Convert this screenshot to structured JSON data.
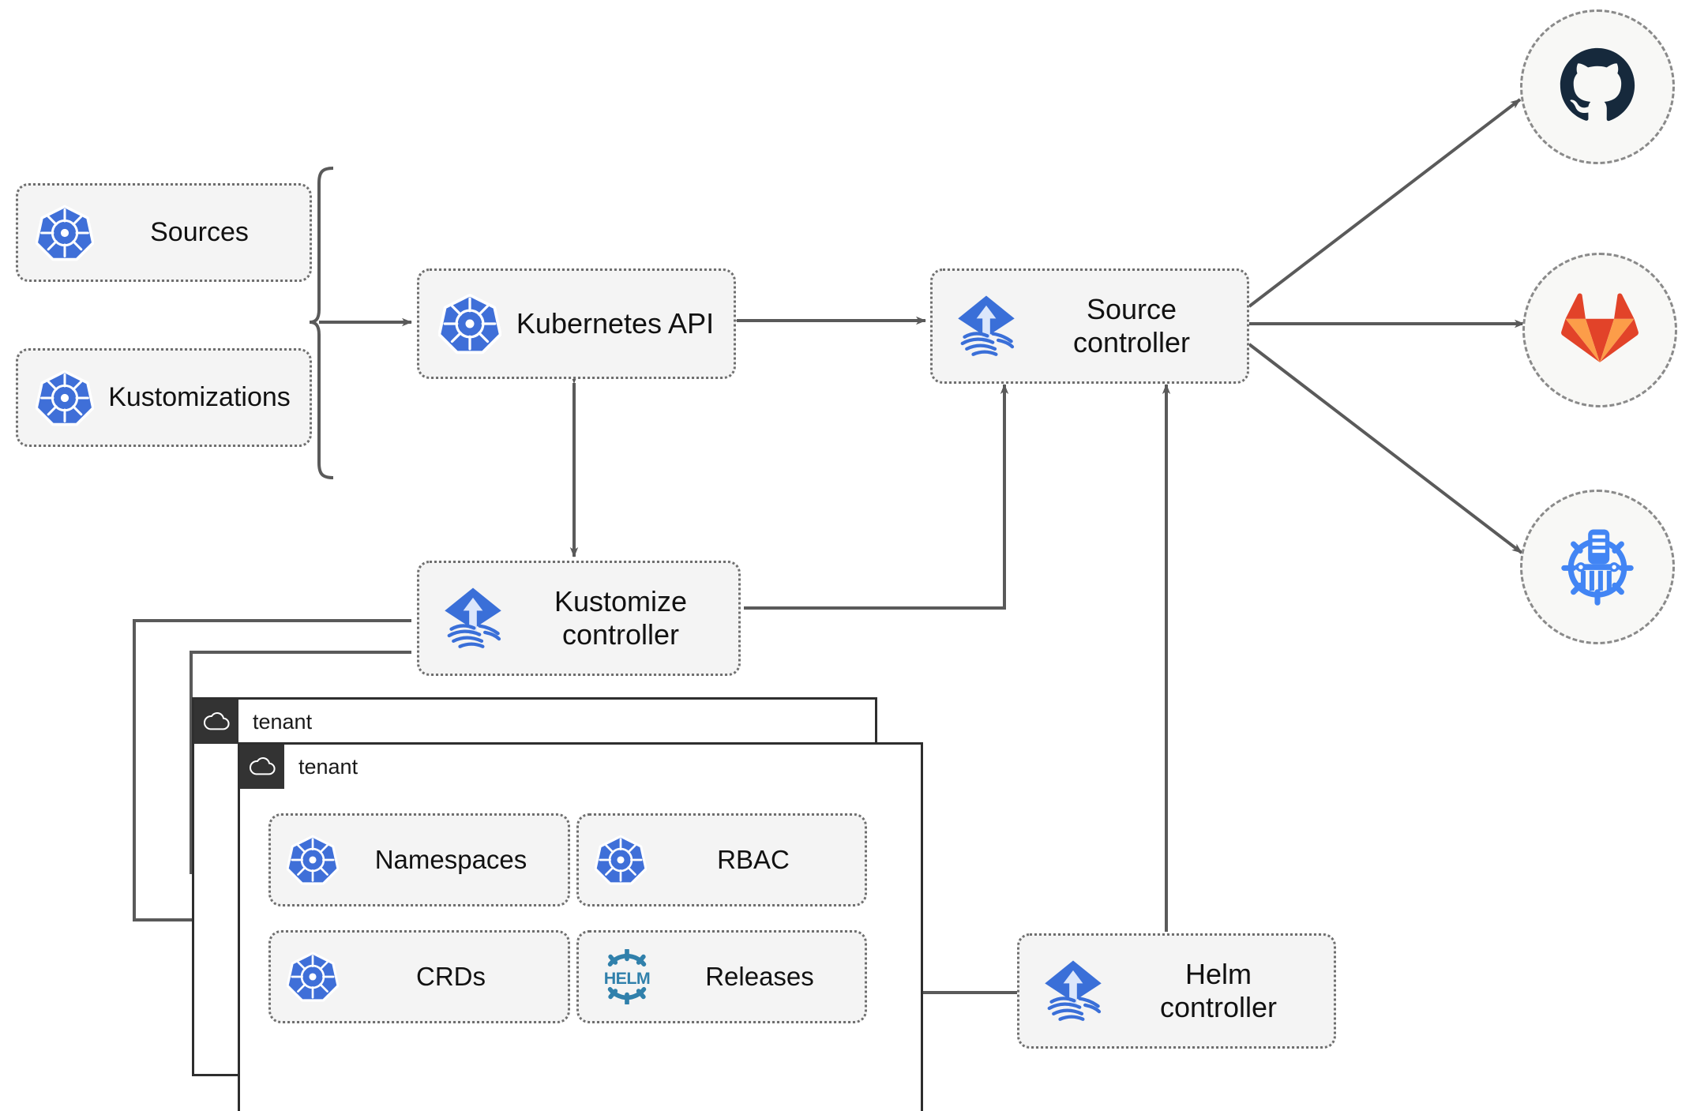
{
  "diagram": {
    "title": "Flux GitOps toolkit architecture",
    "type": "architecture-diagram"
  },
  "colors": {
    "kubernetes_blue": "#3f6fd8",
    "flux_blue": "#3a6fd8",
    "helm_teal": "#3080ab",
    "github_navy": "#16293c",
    "gitlab_orange": "#e24329",
    "gitlab_light_orange": "#fc9d49",
    "bucket_blue": "#4285f4",
    "node_fill": "#f4f4f4",
    "node_border": "#6e6e6e",
    "edge": "#5a5a5a",
    "tenant_header": "#333333",
    "tenant_border": "#2e2e2e",
    "text": "#111111"
  },
  "resources": [
    {
      "id": "sources",
      "label": "Sources",
      "icon": "kubernetes-icon"
    },
    {
      "id": "kustomizations",
      "label": "Kustomizations",
      "icon": "kubernetes-icon"
    }
  ],
  "controllers": [
    {
      "id": "kubernetes-api",
      "label": "Kubernetes API",
      "icon": "kubernetes-icon"
    },
    {
      "id": "source-controller",
      "label": "Source\ncontroller",
      "icon": "flux-icon"
    },
    {
      "id": "kustomize-controller",
      "label": "Kustomize\ncontroller",
      "icon": "flux-icon"
    },
    {
      "id": "helm-controller",
      "label": "Helm\ncontroller",
      "icon": "flux-icon"
    }
  ],
  "providers": [
    {
      "id": "github",
      "label": "github-icon",
      "icon": "github-icon"
    },
    {
      "id": "gitlab",
      "label": "gitlab-icon",
      "icon": "gitlab-icon"
    },
    {
      "id": "bucket",
      "label": "chart-repository-icon",
      "icon": "chart-repository-icon"
    }
  ],
  "tenants": [
    {
      "id": "tenant-back",
      "label": "tenant",
      "icon": "cloud-icon"
    },
    {
      "id": "tenant-front",
      "label": "tenant",
      "icon": "cloud-icon"
    }
  ],
  "tenant_resources": [
    {
      "id": "namespaces",
      "label": "Namespaces",
      "icon": "kubernetes-icon"
    },
    {
      "id": "rbac",
      "label": "RBAC",
      "icon": "kubernetes-icon"
    },
    {
      "id": "crds",
      "label": "CRDs",
      "icon": "kubernetes-icon"
    },
    {
      "id": "releases",
      "label": "Releases",
      "icon": "helm-icon"
    }
  ],
  "edges": [
    {
      "from": "sources-kustomizations-brace",
      "to": "kubernetes-api",
      "direction": "one-way"
    },
    {
      "from": "kubernetes-api",
      "to": "source-controller",
      "direction": "two-way"
    },
    {
      "from": "kubernetes-api",
      "to": "kustomize-controller",
      "direction": "two-way"
    },
    {
      "from": "kustomize-controller",
      "to": "source-controller",
      "direction": "one-way"
    },
    {
      "from": "helm-controller",
      "to": "source-controller",
      "direction": "one-way"
    },
    {
      "from": "source-controller",
      "to": "github",
      "direction": "one-way"
    },
    {
      "from": "source-controller",
      "to": "gitlab",
      "direction": "one-way"
    },
    {
      "from": "source-controller",
      "to": "bucket",
      "direction": "one-way"
    },
    {
      "from": "kustomize-controller",
      "to": "tenant-back",
      "direction": "one-way"
    },
    {
      "from": "kustomize-controller",
      "to": "tenant-front",
      "direction": "one-way"
    },
    {
      "from": "helm-controller",
      "to": "releases",
      "direction": "one-way"
    }
  ]
}
